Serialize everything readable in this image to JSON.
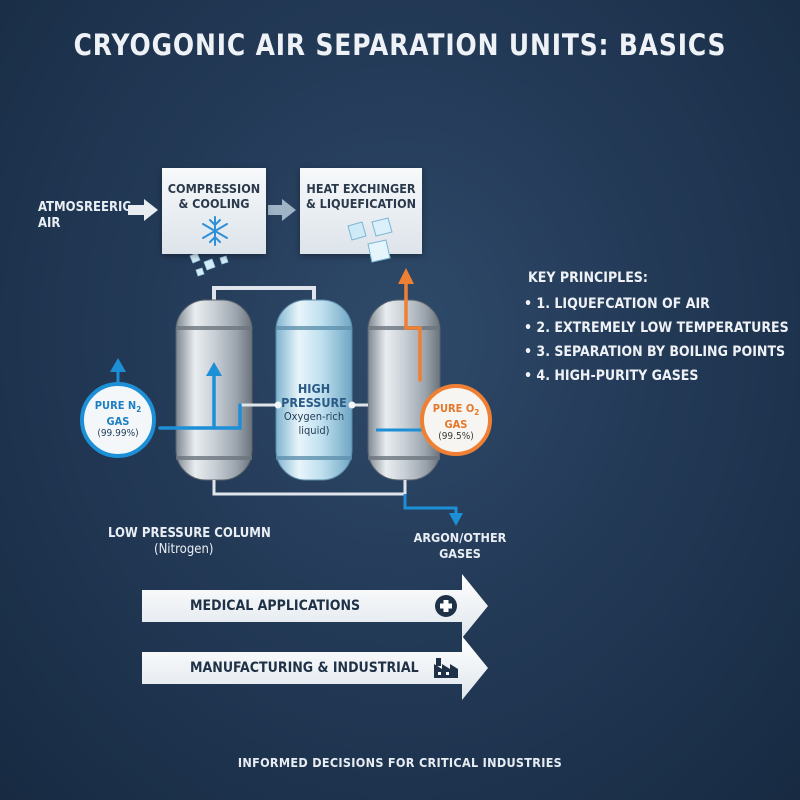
{
  "title": "CRYOGONIC AIR SEPARATION UNITS: BASICS",
  "input": {
    "line1": "ATMOSREERIC",
    "line2": "AIR"
  },
  "boxes": {
    "compression": {
      "line1": "COMPRESSION",
      "line2": "& COOLING"
    },
    "heat_exchanger": {
      "line1": "HEAT EXCHINGER",
      "line2": "& LIQUEFICATION"
    }
  },
  "center_column": {
    "line1": "HIGH",
    "line2": "PRESSURE",
    "line3": "Oxygen-rich",
    "line4": "liquid)"
  },
  "nitrogen_badge": {
    "line1": "PURE N",
    "sub": "2",
    "line2": "GAS",
    "line3": "(99.99%)"
  },
  "oxygen_badge": {
    "line1": "PURE O",
    "sub": "2",
    "line2": "GAS",
    "line3": "(99.5%)"
  },
  "low_pressure_label": {
    "line1": "LOW PRESSURE COLUMN",
    "line2": "(Nitrogen)"
  },
  "argon_label": {
    "line1": "ARGON/OTHER",
    "line2": "GASES"
  },
  "key_principles": {
    "heading": "KEY PRINCIPLES:",
    "items": [
      "• 1. LIQUEFCATION OF AIR",
      "• 2. EXTREMELY LOW TEMPERATURES",
      "• 3. SEPARATION BY BOILING POINTS",
      "• 4. HIGH-PURITY GASES"
    ]
  },
  "applications": [
    {
      "label": "MEDICAL APPLICATIONS",
      "icon": "plus-circle-icon"
    },
    {
      "label": "MANUFACTURING & INDUSTRIAL",
      "icon": "factory-icon"
    }
  ],
  "footer": "INFORMED DECISIONS FOR CRITICAL INDUSTRIES",
  "colors": {
    "nitrogen": "#1d8fd6",
    "oxygen": "#ef8033",
    "background": "#233a57"
  }
}
